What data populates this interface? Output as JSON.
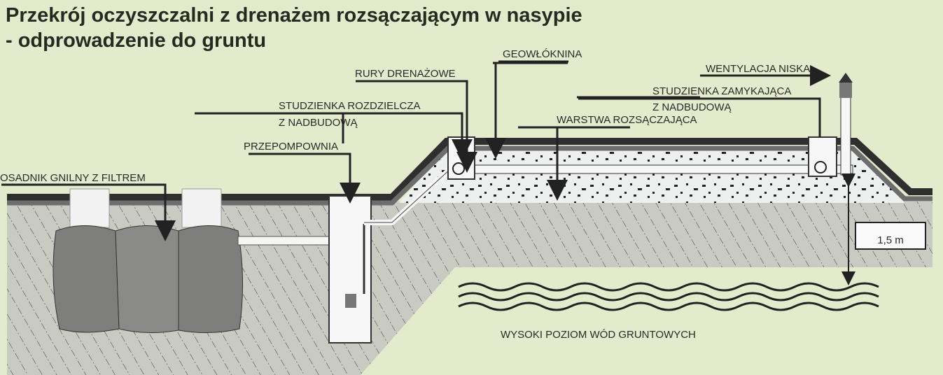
{
  "title": {
    "line1": "Przekrój oczyszczalni z drenażem rozsączającym w nasypie",
    "line2": "- odprowadzenie do gruntu"
  },
  "labels": {
    "septic_tank": "OSADNIK GNILNY Z FILTREM",
    "pump_station": "PRZEPOMPOWNIA",
    "distribution_well_1": "STUDZIENKA ROZDZIELCZA",
    "distribution_well_2": "Z NADBUDOWĄ",
    "drain_pipes": "RURY DRENAŻOWE",
    "geotextile": "GEOWŁÓKNINA",
    "infiltration_layer": "WARSTWA ROZSĄCZAJĄCA",
    "closing_well_1": "STUDZIENKA ZAMYKAJĄCA",
    "closing_well_2": "Z NADBUDOWĄ",
    "low_ventilation": "WENTYLACJA NISKA",
    "groundwater": "WYSOKI POZIOM WÓD GRUNTOWYCH",
    "depth": "1,5 m"
  },
  "colors": {
    "background": "#e4ebcd",
    "soil": "#c9cbc3",
    "cover": "#333333",
    "tank": "#7e7f7d"
  }
}
